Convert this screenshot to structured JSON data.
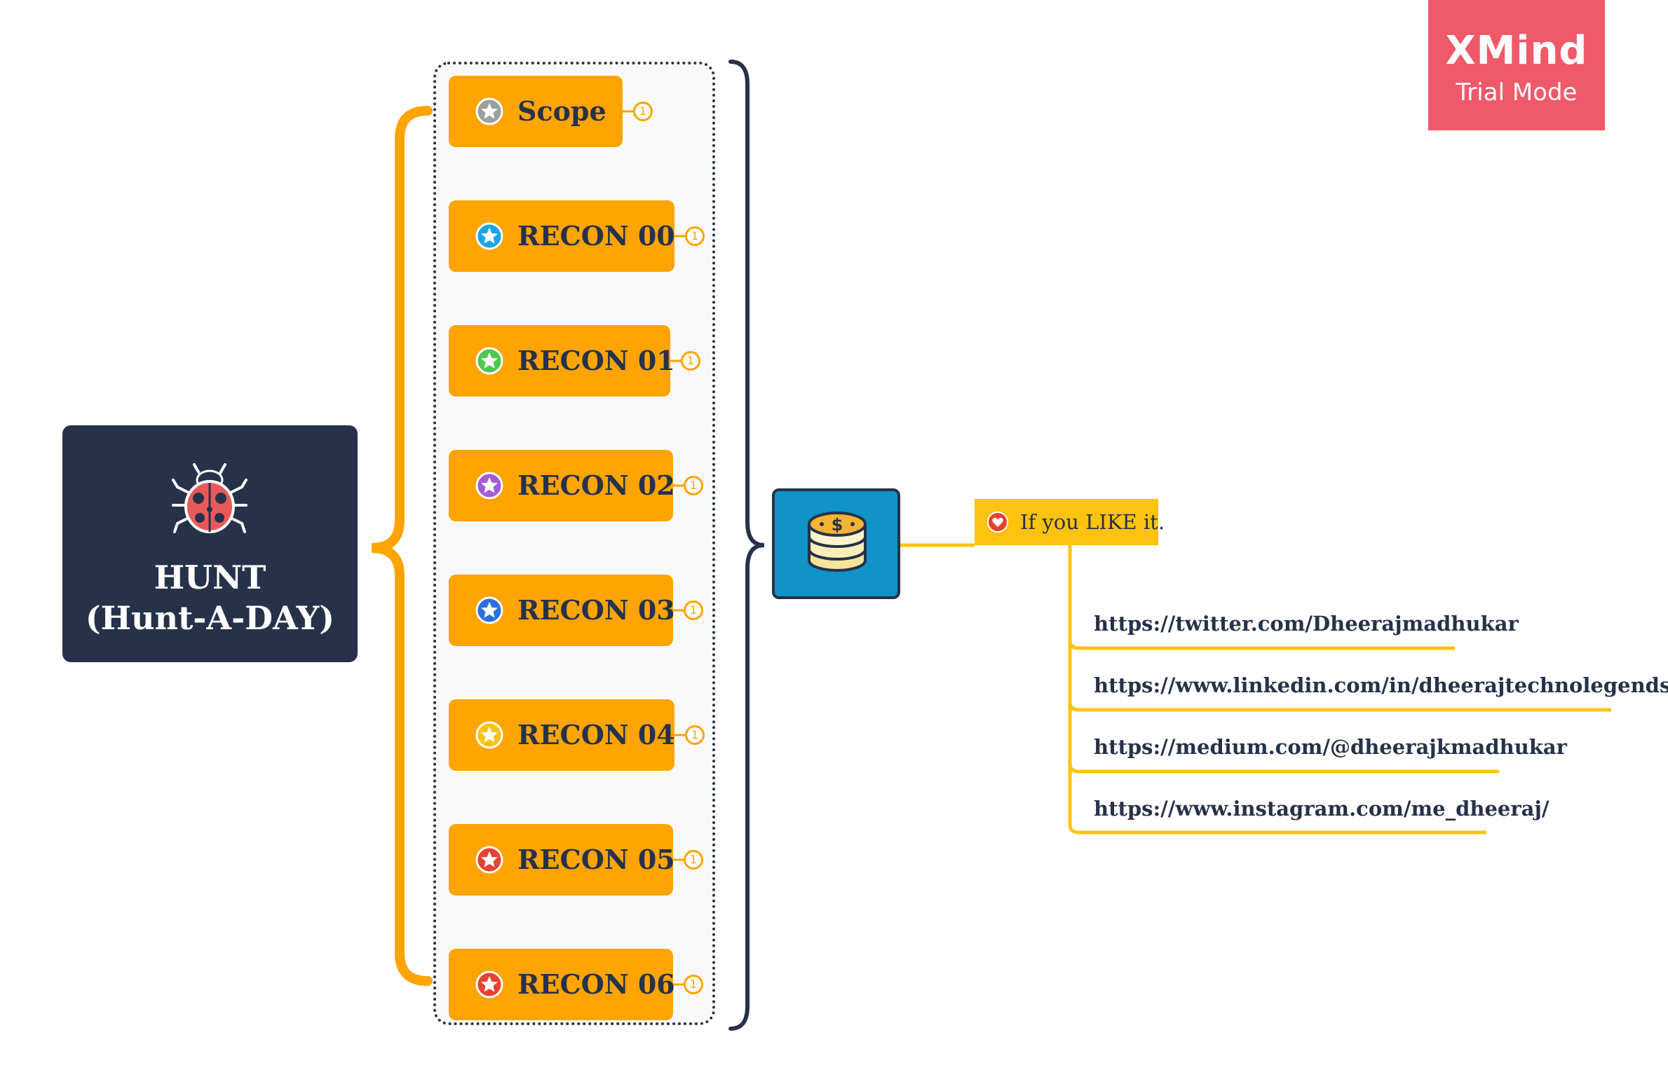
{
  "watermark": {
    "brand": "XMind",
    "mode": "Trial Mode"
  },
  "central_topic": {
    "title": "HUNT",
    "subtitle": "(Hunt-A-DAY)",
    "icon": "ladybug-icon"
  },
  "topics": [
    {
      "label": "Scope",
      "star_color": "#9e9e9e",
      "marker": "1"
    },
    {
      "label": "RECON 00",
      "star_color": "#1aa3e8",
      "marker": "1"
    },
    {
      "label": "RECON 01",
      "star_color": "#4cc94c",
      "marker": "1"
    },
    {
      "label": "RECON 02",
      "star_color": "#a35bd6",
      "marker": "1"
    },
    {
      "label": "RECON 03",
      "star_color": "#2d6fe0",
      "marker": "1"
    },
    {
      "label": "RECON 04",
      "star_color": "#ffc20e",
      "marker": "1"
    },
    {
      "label": "RECON 05",
      "star_color": "#e8412f",
      "marker": "1"
    },
    {
      "label": "RECON 06",
      "star_color": "#e8412f",
      "marker": "1"
    }
  ],
  "summary": {
    "icon": "coins-stack-icon"
  },
  "like": {
    "text": "If you LIKE it.",
    "icon": "heart-icon"
  },
  "links": [
    "https://twitter.com/Dheerajmadhukar",
    "https://www.linkedin.com/in/dheerajtechnolegends/",
    "https://medium.com/@dheerajkmadhukar",
    "https://www.instagram.com/me_dheeraj/"
  ],
  "colors": {
    "central": "#263249",
    "topic": "#ffa400",
    "summary": "#1093c6",
    "like": "#ffc20e",
    "watermark": "#f0596a"
  }
}
